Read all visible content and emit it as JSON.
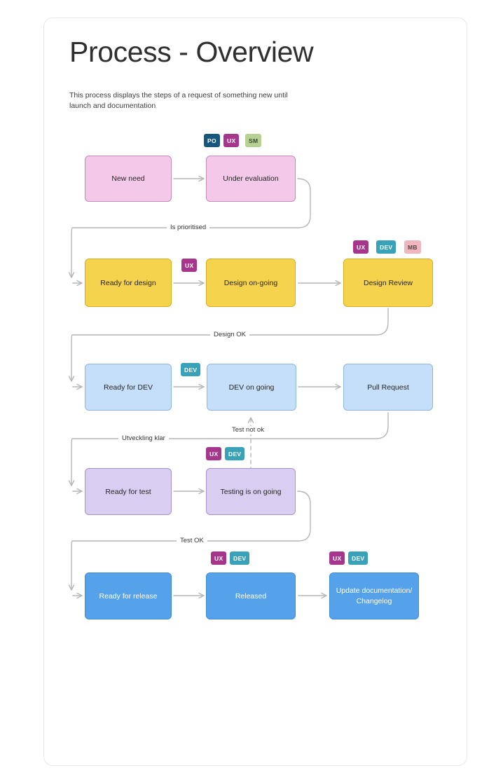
{
  "header": {
    "title": "Process - Overview",
    "subtitle": "This process displays the steps of a request of something new until launch and documentation"
  },
  "legend_colors": {
    "pink_node": "#f3c8e8",
    "yellow_node": "#f6d34d",
    "blue_node": "#c5dffa",
    "purple_node": "#d9cdf2",
    "strong_blue_node": "#56a2ea",
    "tag_po": "#17567f",
    "tag_ux": "#a6368c",
    "tag_sm": "#b6d193",
    "tag_dev": "#3aa2b8",
    "tag_mb": "#efb6bd",
    "connector": "#b6b6b6"
  },
  "nodes": [
    {
      "id": "new-need",
      "label": "New need"
    },
    {
      "id": "under-eval",
      "label": "Under evaluation"
    },
    {
      "id": "ready-design",
      "label": "Ready for design"
    },
    {
      "id": "design-ongoing",
      "label": "Design on-going"
    },
    {
      "id": "design-review",
      "label": "Design Review"
    },
    {
      "id": "ready-dev",
      "label": "Ready for DEV"
    },
    {
      "id": "dev-ongoing",
      "label": "DEV on going"
    },
    {
      "id": "pull-request",
      "label": "Pull Request"
    },
    {
      "id": "ready-test",
      "label": "Ready for test"
    },
    {
      "id": "testing-ongoing",
      "label": "Testing is on going"
    },
    {
      "id": "ready-release",
      "label": "Ready for release"
    },
    {
      "id": "released",
      "label": "Released"
    },
    {
      "id": "update-docs",
      "label": "Update documentation/ Changelog"
    }
  ],
  "tags": [
    {
      "id": "tag-under-eval-po",
      "label": "PO"
    },
    {
      "id": "tag-under-eval-ux",
      "label": "UX"
    },
    {
      "id": "tag-under-eval-sm",
      "label": "SM"
    },
    {
      "id": "tag-design-ux",
      "label": "UX"
    },
    {
      "id": "tag-review-ux",
      "label": "UX"
    },
    {
      "id": "tag-review-dev",
      "label": "DEV"
    },
    {
      "id": "tag-review-mb",
      "label": "MB"
    },
    {
      "id": "tag-dev-dev",
      "label": "DEV"
    },
    {
      "id": "tag-test-ux",
      "label": "UX"
    },
    {
      "id": "tag-test-dev",
      "label": "DEV"
    },
    {
      "id": "tag-released-ux",
      "label": "UX"
    },
    {
      "id": "tag-released-dev",
      "label": "DEV"
    },
    {
      "id": "tag-docs-ux",
      "label": "UX"
    },
    {
      "id": "tag-docs-dev",
      "label": "DEV"
    }
  ],
  "edge_labels": [
    {
      "id": "is-prioritised",
      "label": "Is prioritised"
    },
    {
      "id": "design-ok",
      "label": "Design OK"
    },
    {
      "id": "utveckling-klar",
      "label": "Utveckling klar"
    },
    {
      "id": "test-not-ok",
      "label": "Test not ok"
    },
    {
      "id": "test-ok",
      "label": "Test OK"
    }
  ]
}
